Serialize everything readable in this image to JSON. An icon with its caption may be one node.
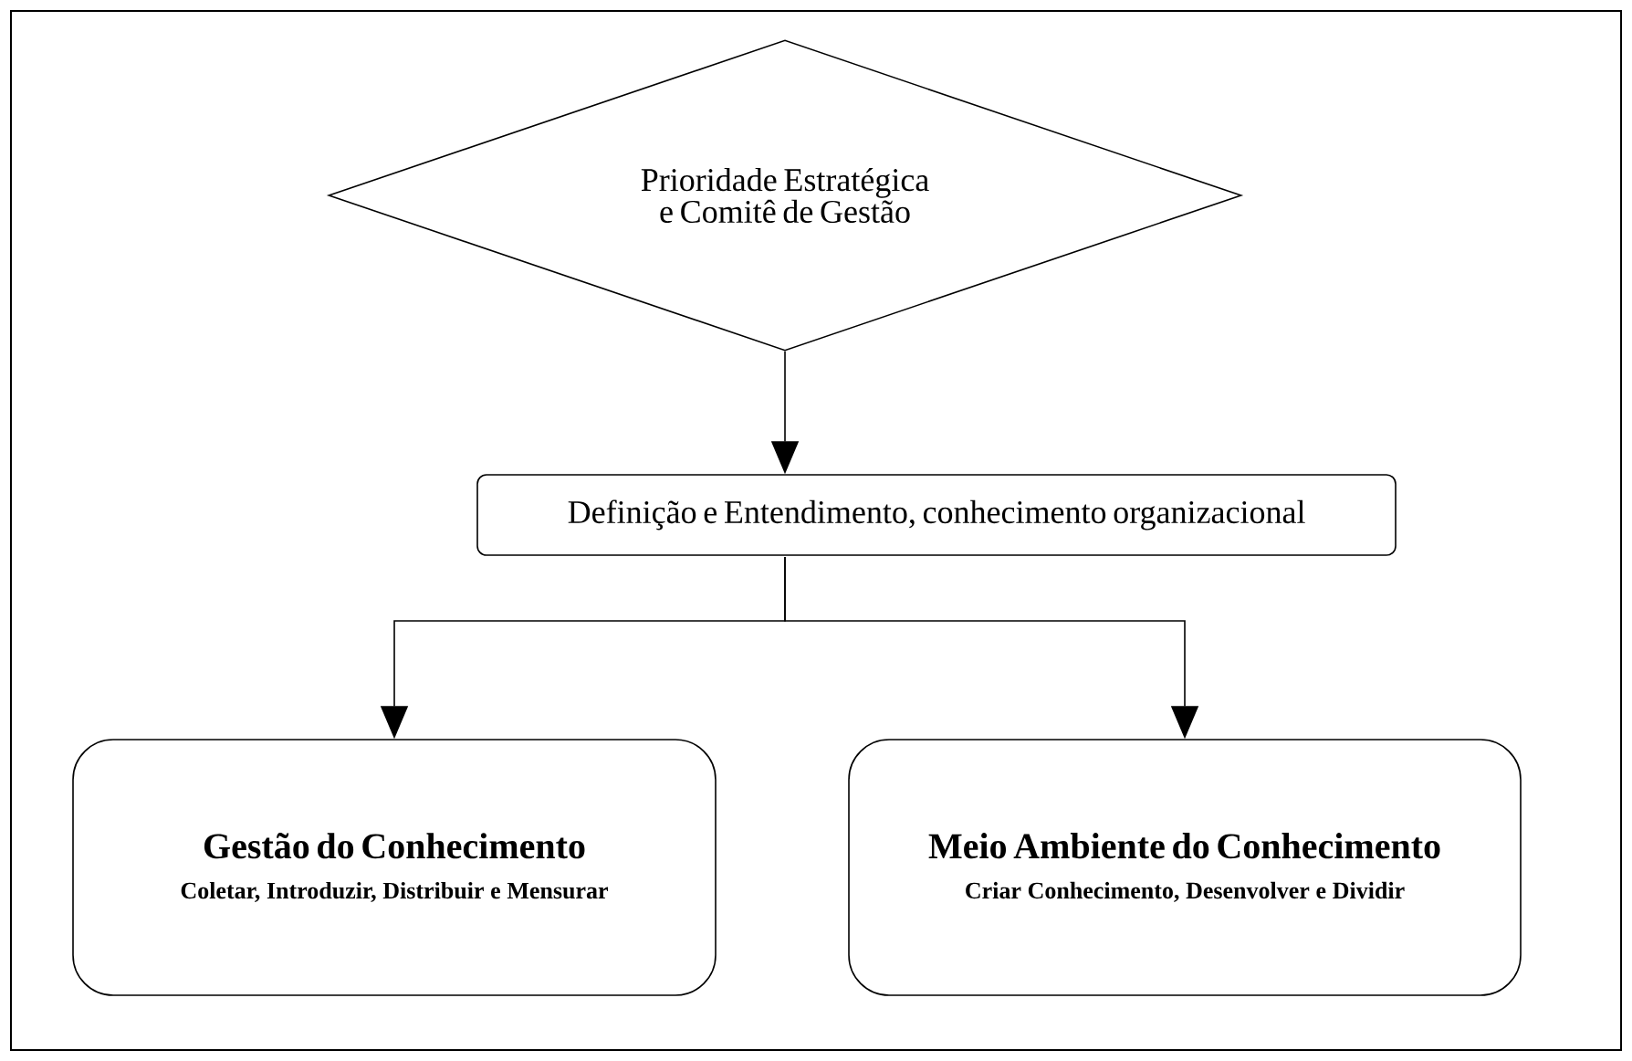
{
  "diagram": {
    "nodes": [
      {
        "text": [
          "Prioridade Estratégica e Comitê de Gestão"
        ]
      },
      {
        "text": [
          "Definição e Entendimento, conhecimento organizacional"
        ]
      },
      {
        "text": [
          "Gestão do Conhecimento",
          "Coletar, Introduzir, Distribuir e Mensurar"
        ]
      },
      {
        "text": [
          "Meio Ambiente do Conhecimento",
          "Criar Conhecimento, Desenvolver e Dividir"
        ]
      }
    ],
    "edges": [
      {
        "from": 0,
        "to": 1,
        "arrow": "to"
      },
      {
        "from": 1,
        "to": 2,
        "arrow": "to"
      },
      {
        "from": 1,
        "to": 3,
        "arrow": "to"
      }
    ]
  }
}
